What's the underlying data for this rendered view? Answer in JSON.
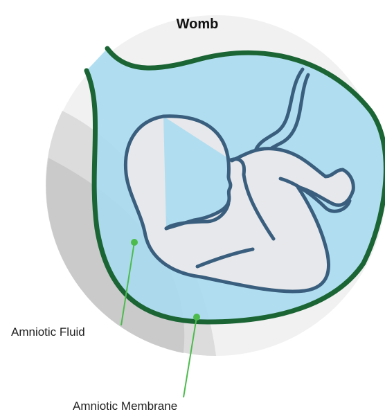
{
  "title": "Womb",
  "labels": {
    "fluid": "Amniotic Fluid",
    "membrane": "Amniotic Membrane"
  },
  "colors": {
    "womb_background": "#f1f1f2",
    "womb_shadow": "#dcdcdd",
    "womb_shadow_dark": "#cacacb",
    "amniotic_fluid": "#a9dcef",
    "amniotic_membrane": "#1b6535",
    "fetus_body": "#e7e8ec",
    "fetus_outline": "#3a5f7e",
    "pointer_line": "#4cbb4c"
  },
  "icons": {
    "fetus": "fetus-illustration",
    "womb": "womb-circle"
  }
}
